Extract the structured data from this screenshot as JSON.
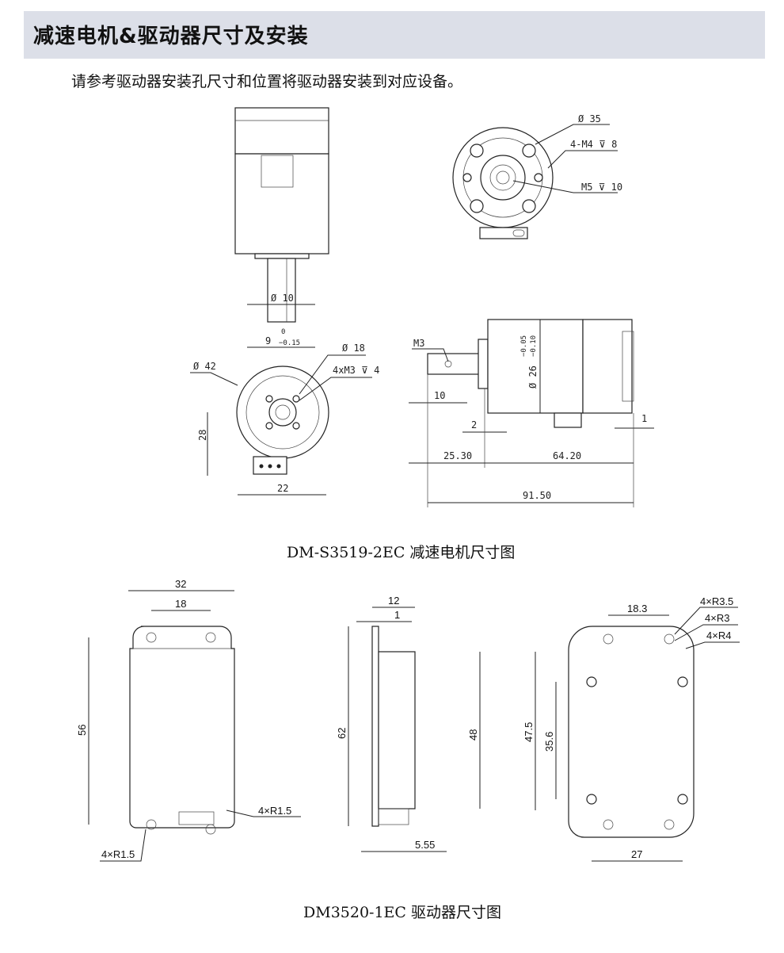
{
  "header": {
    "title": "减速电机&驱动器尺寸及安装"
  },
  "intro": "请参考驱动器安装孔尺寸和位置将驱动器安装到对应设备。",
  "motor_figure": {
    "caption": "DM-S3519-2EC 减速电机尺寸图",
    "labels": {
      "d35": "Ø 35",
      "m4": "4-M4 ⊽ 8",
      "m5": "M5 ⊽ 10",
      "d10": "Ø 10",
      "nine": "9",
      "tol_up": "0",
      "tol_dn": "−0.15",
      "d18": "Ø 18",
      "m3x4": "4xM3 ⊽ 4",
      "d42": "Ø 42",
      "m3": "M3",
      "ten": "10",
      "d26": "Ø 26",
      "tol26_up": "−0.05",
      "tol26_dn": "−0.10",
      "one": "1",
      "two": "2",
      "h28": "28",
      "w22": "22",
      "w2530": "25.30",
      "w6420": "64.20",
      "w9150": "91.50"
    }
  },
  "driver_figure": {
    "caption": "DM3520-1EC 驱动器尺寸图",
    "labels": {
      "w32": "32",
      "w18": "18",
      "h56": "56",
      "r15a": "4×R1.5",
      "r15b": "4×R1.5",
      "w12": "12",
      "w1": "1",
      "h62": "62",
      "h48": "48",
      "w555": "5.55",
      "w183": "18.3",
      "r35": "4×R3.5",
      "r3": "4×R3",
      "r4": "4×R4",
      "h475": "47.5",
      "h356": "35.6",
      "w27": "27"
    }
  }
}
